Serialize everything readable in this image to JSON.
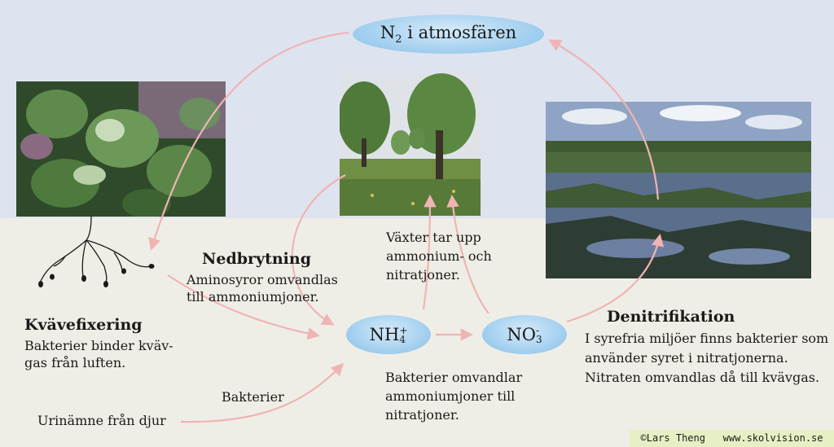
{
  "nodes": {
    "n2": {
      "prefix": "N",
      "subscript": "2",
      "label": "i atmosfären"
    },
    "nh4": {
      "base": "NH",
      "sup": "+",
      "sub": "4"
    },
    "no3": {
      "base": "NO",
      "sup": "-",
      "sub": "3"
    }
  },
  "kvavefixering": {
    "title": "Kvävefixering",
    "line1": "Bakterier binder kväv-",
    "line2": "gas från luften."
  },
  "nedbrytning": {
    "title": "Nedbrytning",
    "line1": "Aminosyror omvandlas",
    "line2": "till ammoniumjoner."
  },
  "vaxter": {
    "line1": "Växter tar upp",
    "line2": "ammonium- och",
    "line3": "nitratjoner."
  },
  "bakterier_omvandlar": {
    "line1": "Bakterier omvandlar",
    "line2": "ammoniumjoner till",
    "line3": "nitratjoner."
  },
  "denitrifikation": {
    "title": "Denitrifikation",
    "line1": "I syrefria miljöer finns bakterier som",
    "line2": "använder syret i nitratjonerna.",
    "line3": "Nitraten omvandlas då till kvävgas."
  },
  "bakterier_label": "Bakterier",
  "urin_label": "Urinämne från djur",
  "credit": {
    "author": "©Lars Theng",
    "site": "www.skolvision.se"
  },
  "colors": {
    "sky": "#dde3ef",
    "ground": "#efeee6",
    "arrow": "#f0b4b4",
    "node": "#a9d3f0",
    "credit_bg": "#e7f0c4"
  }
}
